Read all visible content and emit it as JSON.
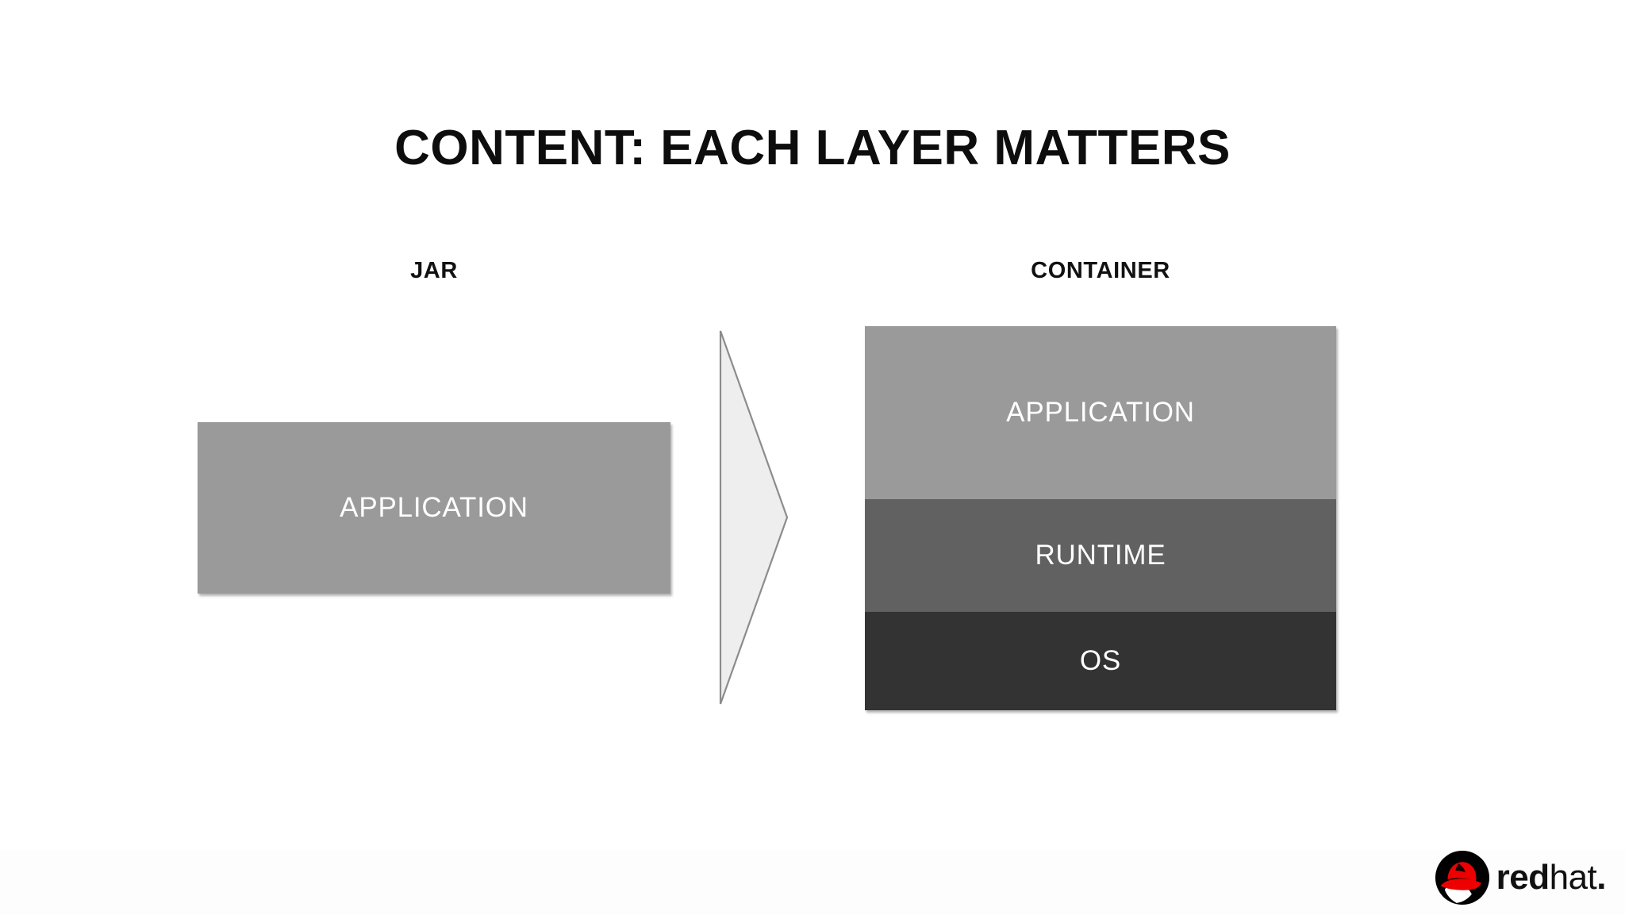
{
  "slide": {
    "title": "CONTENT: EACH LAYER MATTERS",
    "background_color": "#ffffff"
  },
  "columns": [
    {
      "heading": "JAR",
      "kind": "single-block",
      "layers": [
        {
          "label": "APPLICATION",
          "color": "#9a9a9a"
        }
      ]
    },
    {
      "heading": "CONTAINER",
      "kind": "stack",
      "layers": [
        {
          "label": "APPLICATION",
          "color": "#9a9a9a"
        },
        {
          "label": "RUNTIME",
          "color": "#616161"
        },
        {
          "label": "OS",
          "color": "#333333"
        }
      ]
    }
  ],
  "arrow": {
    "icon": "right-triangle-arrow",
    "direction": "right",
    "fill_color": "#eeeeee",
    "stroke_color": "#8c8c8c"
  },
  "footer": {
    "brand": {
      "mark": "redhat-shadowman-icon",
      "word_red": "red",
      "word_hat": "hat",
      "word_dot": ".",
      "hat_color": "#ee0000",
      "circle_color": "#000000"
    }
  }
}
